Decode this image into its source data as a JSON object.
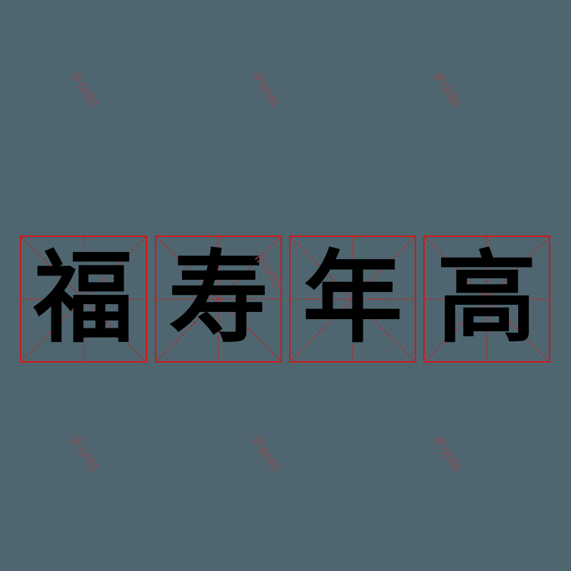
{
  "phrase": {
    "characters": [
      "福",
      "寿",
      "年",
      "高"
    ]
  },
  "watermark": {
    "text": "iFonts",
    "color": "#8a4a4f"
  },
  "colors": {
    "background": "#4f6670",
    "grid_line": "#d01818",
    "glyph": "#000000"
  }
}
